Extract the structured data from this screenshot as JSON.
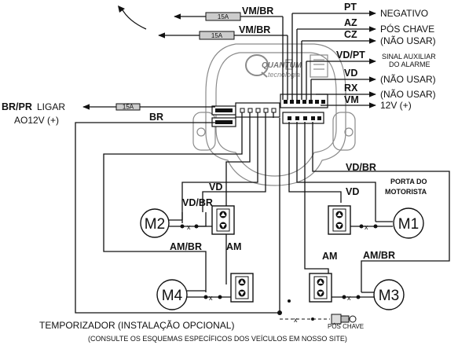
{
  "left_outputs": [
    {
      "id": "o1",
      "label": "VM/BR",
      "fuse": "15A"
    },
    {
      "id": "o2",
      "label": "VM/BR",
      "fuse": "15A"
    }
  ],
  "right_wires": [
    {
      "code": "PT",
      "desc": "NEGATIVO"
    },
    {
      "code": "AZ",
      "desc": "PÓS CHAVE"
    },
    {
      "code": "CZ",
      "desc": "(NÃO USAR)"
    },
    {
      "code": "VD/PT",
      "desc": "SINAL AUXILIAR",
      "desc2": "DO ALARME"
    },
    {
      "code": "VD",
      "desc": "(NÃO USAR)"
    },
    {
      "code": "RX",
      "desc": "(NÃO USAR)"
    },
    {
      "code": "VM",
      "desc": "12V (+)"
    }
  ],
  "brpr": {
    "code": "BR/PR",
    "text1": "LIGAR",
    "text2": "AO12V (+)",
    "fuse": "15A"
  },
  "wire_br": "BR",
  "brand": {
    "name": "QUANTUM",
    "sub": "tecnologia"
  },
  "motors": {
    "m1": "M1",
    "m2": "M2",
    "m3": "M3",
    "m4": "M4"
  },
  "wire_labels": {
    "vdbr_left": "VD/BR",
    "vdbr_right": "VD/BR",
    "vd_left": "VD",
    "vd_right": "VD",
    "ambr_left": "AM/BR",
    "am_left": "AM",
    "am_right": "AM",
    "ambr_right": "AM/BR"
  },
  "porta": {
    "line1": "PORTA DO",
    "line2": "MOTORISTA"
  },
  "timer": {
    "label": "TEMPORIZADOR (INSTALAÇÃO OPCIONAL)",
    "pos_chave": "PÓS CHAVE"
  },
  "footnote": "(CONSULTE OS ESQUEMAS ESPECÍFICOS DOS VEÍCULOS  EM NOSSO SITE)",
  "icons": [
    "curved-arrow-icon",
    "fuse-icon",
    "window-switch-icon",
    "ignition-key-icon"
  ]
}
